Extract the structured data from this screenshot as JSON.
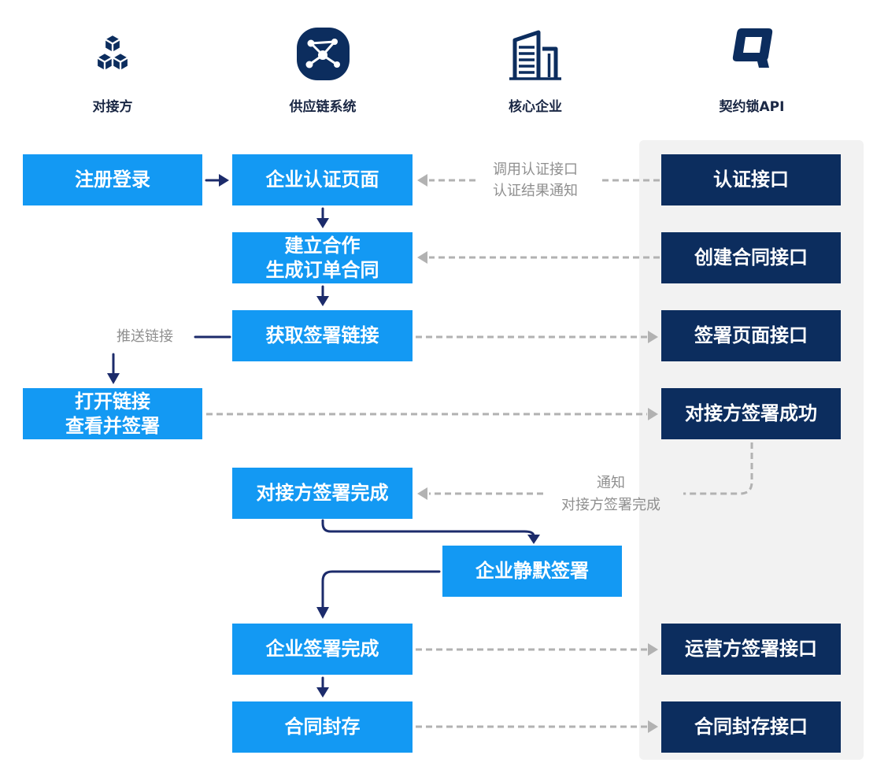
{
  "lanes": [
    {
      "label": "对接方",
      "icon": "cubes-icon"
    },
    {
      "label": "供应链系统",
      "icon": "network-nodes-icon"
    },
    {
      "label": "核心企业",
      "icon": "office-building-icon"
    },
    {
      "label": "契约锁API",
      "icon": "qiyuesuo-logo-icon"
    }
  ],
  "nodes": {
    "register_login": {
      "lines": [
        "注册登录"
      ]
    },
    "enterprise_auth_page": {
      "lines": [
        "企业认证页面"
      ]
    },
    "create_order_contract": {
      "lines": [
        "建立合作",
        "生成订单合同"
      ]
    },
    "get_sign_link": {
      "lines": [
        "获取签署链接"
      ]
    },
    "open_link_view_sign": {
      "lines": [
        "打开链接",
        "查看并签署"
      ]
    },
    "counterparty_sign_done": {
      "lines": [
        "对接方签署完成"
      ]
    },
    "enterprise_silent_sign": {
      "lines": [
        "企业静默签署"
      ]
    },
    "enterprise_sign_done": {
      "lines": [
        "企业签署完成"
      ]
    },
    "contract_archive": {
      "lines": [
        "合同封存"
      ]
    },
    "auth_api": {
      "lines": [
        "认证接口"
      ]
    },
    "create_contract_api": {
      "lines": [
        "创建合同接口"
      ]
    },
    "sign_page_api": {
      "lines": [
        "签署页面接口"
      ]
    },
    "counterparty_sign_success": {
      "lines": [
        "对接方签署成功"
      ]
    },
    "operator_sign_api": {
      "lines": [
        "运营方签署接口"
      ]
    },
    "archive_api": {
      "lines": [
        "合同封存接口"
      ]
    }
  },
  "edge_labels": {
    "auth_call": [
      "调用认证接口",
      "认证结果通知"
    ],
    "push_link": [
      "推送链接"
    ],
    "notify": [
      "通知",
      "对接方签署完成"
    ]
  },
  "colors": {
    "primary_box": "#1399f3",
    "api_box": "#0c2d5e",
    "flow_arrow": "#1c2b6b",
    "api_arrow": "#b2b2b2",
    "panel": "#f2f2f2",
    "header_text": "#1a2744",
    "label_text": "#8f8f8f",
    "icon": "#0c2d5e"
  }
}
